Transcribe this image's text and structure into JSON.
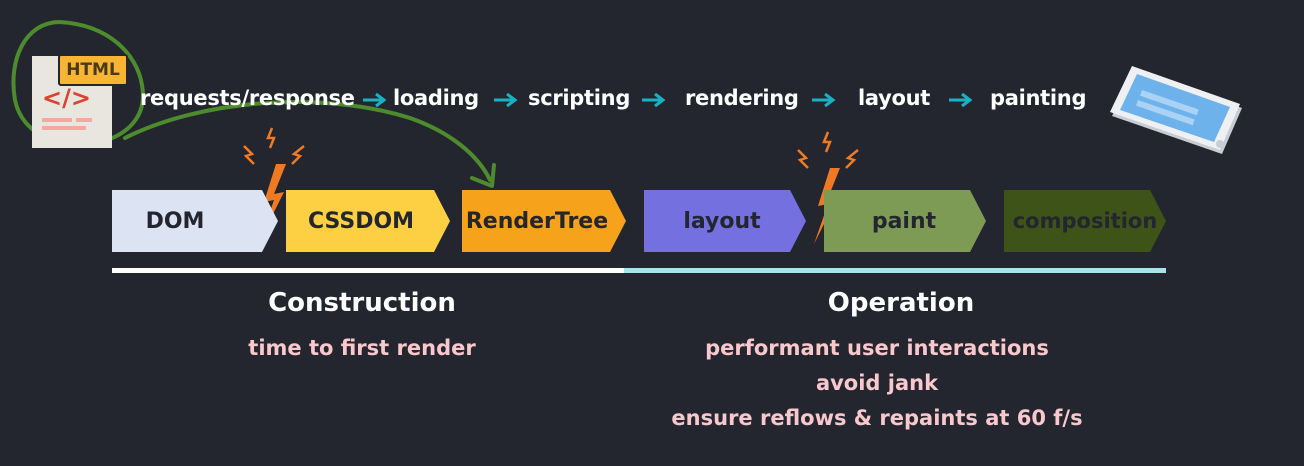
{
  "html_doc": {
    "badge": "HTML",
    "code_glyph": "</>"
  },
  "flow": {
    "steps": [
      "requests/response",
      "loading",
      "scripting",
      "rendering",
      "layout",
      "painting"
    ]
  },
  "pipeline": {
    "stages": [
      {
        "label": "DOM",
        "color": "#dce3f3"
      },
      {
        "label": "CSSDOM",
        "color": "#fdd044"
      },
      {
        "label": "RenderTree",
        "color": "#f7a21b"
      },
      {
        "label": "layout",
        "color": "#7470e0"
      },
      {
        "label": "paint",
        "color": "#7d9b55"
      },
      {
        "label": "composition",
        "color": "#3e5317"
      }
    ]
  },
  "construction": {
    "title": "Construction",
    "subtitle": "time to first render",
    "bar_color": "#ffffff"
  },
  "operation": {
    "title": "Operation",
    "lines": [
      "performant user interactions",
      "avoid jank",
      "ensure reflows & repaints at 60 f/s"
    ],
    "bar_color": "#a7e3e8"
  },
  "colors": {
    "background": "#23262f",
    "flow_arrow": "#19b1c4",
    "annotation_green": "#4d8c2c",
    "lightning": "#f07a22",
    "pink_text": "#f8c8cc"
  },
  "icons": [
    "html-document-icon",
    "tablet-icon",
    "lightning-icon"
  ]
}
